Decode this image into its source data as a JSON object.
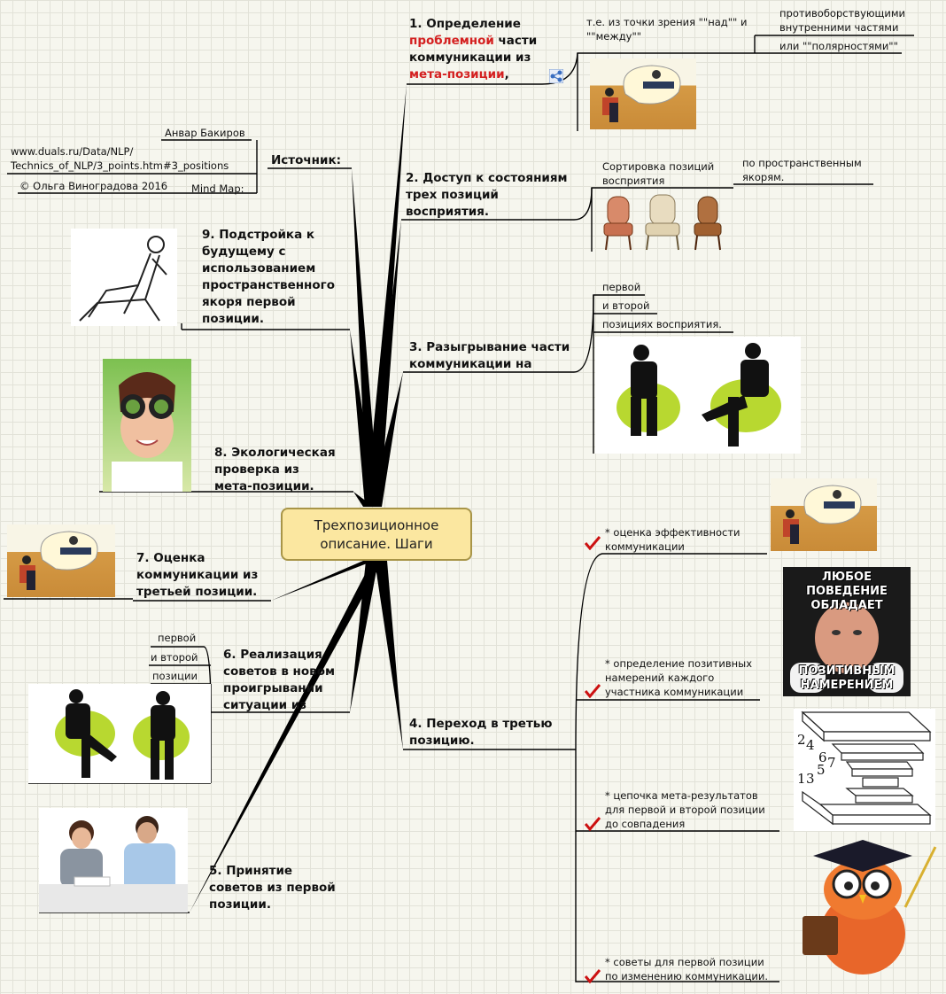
{
  "center": {
    "line1": "Трехпозиционное",
    "line2": "описание. Шаги"
  },
  "source": {
    "label": "Источник:",
    "author": "Анвар Бакиров",
    "url_line1": "www.duals.ru/Data/NLP/",
    "url_line2": "Technics_of_NLP/3_points.htm#3_positions",
    "copyright": "© Ольга Виноградова 2016",
    "mindmap": "Mind Map:"
  },
  "steps": {
    "s1": {
      "l1": "1.  Определение",
      "l2a": "проблемной",
      "l2b": " части",
      "l3": "коммуникации из",
      "l4a": "мета-позиции",
      "l4b": ",",
      "sub1_l1": "т.е. из точки зрения \"\"над\"\" и",
      "sub1_l2": "\"\"между\"\"",
      "sub2_l1": "противоборствующими",
      "sub2_l2": "внутренними частями",
      "sub3": "или \"\"полярностями\"\""
    },
    "s2": {
      "l1": "2. Доступ к состояниям",
      "l2": "трех позиций",
      "l3": "восприятия.",
      "sub1_l1": "Сортировка позиций",
      "sub1_l2": "восприятия",
      "sub2_l1": "по пространственным",
      "sub2_l2": "якорям."
    },
    "s3": {
      "l1": "3. Разыгрывание части",
      "l2": "коммуникации на",
      "sub1": "первой",
      "sub2": "и второй",
      "sub3": "позициях восприятия."
    },
    "s4": {
      "l1": "4. Переход в третью",
      "l2": "позицию.",
      "a_l1": "* оценка эффективности",
      "a_l2": "коммуникации",
      "b_l1": "* определение позитивных",
      "b_l2": "намерений каждого",
      "b_l3": "участника коммуникации",
      "c_l1": "* цепочка мета-результатов",
      "c_l2": "для первой и второй позиции",
      "c_l3": "до совпадения",
      "d_l1": "* советы для первой позиции",
      "d_l2": "по изменению коммуникации."
    },
    "s5": {
      "l1": "5. Принятие",
      "l2": "советов из первой",
      "l3": "позиции."
    },
    "s6": {
      "l1": "6. Реализация",
      "l2": "советов в новом",
      "l3": "проигрывании",
      "l4": "ситуации из",
      "sub1": "первой",
      "sub2": "и второй",
      "sub3": "позиции"
    },
    "s7": {
      "l1": "7. Оценка",
      "l2": "коммуникации из",
      "l3": "третьей позиции."
    },
    "s8": {
      "l1": "8. Экологическая",
      "l2": "проверка из",
      "l3": "мета-позиции."
    },
    "s9": {
      "l1": "9. Подстройка к",
      "l2": "будущему с",
      "l3": "использованием",
      "l4": "пространственного",
      "l5": "якоря первой",
      "l6": "позиции."
    }
  },
  "meme": {
    "top_l1": "ЛЮБОЕ ПОВЕДЕНИЕ",
    "top_l2": "ОБЛАДАЕТ",
    "bottom_l1": "ПОЗИТИВНЫМ",
    "bottom_l2": "НАМЕРЕНИЕМ"
  },
  "stairs_numbers": {
    "n2": "2",
    "n4": "4",
    "n6": "6",
    "n5": "5",
    "n7": "7",
    "n1": "1",
    "n3": "3"
  },
  "icons": [
    "link-icon",
    "check-icon",
    "chair-icon",
    "person-icon",
    "owl-icon",
    "binoculars-icon"
  ],
  "colors": {
    "center_fill": "#fbe7a0",
    "center_border": "#a89548",
    "accent_red": "#d42020",
    "check": "#cc1111"
  }
}
